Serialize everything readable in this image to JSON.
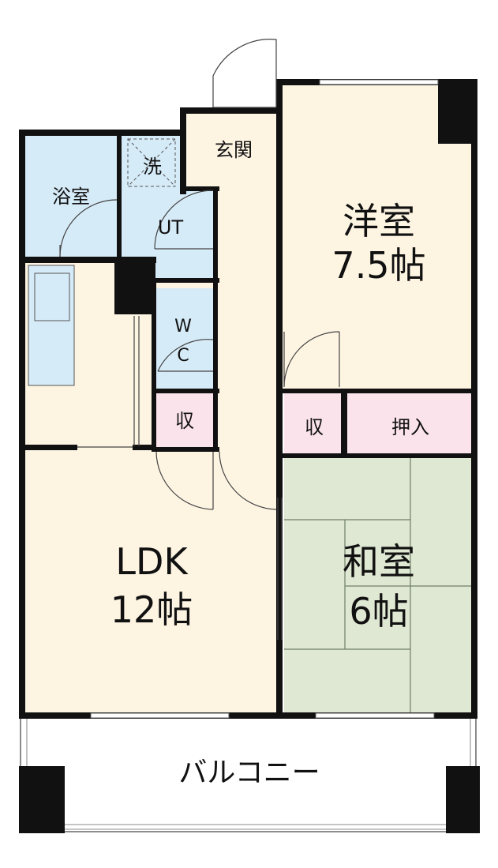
{
  "rooms": {
    "entrance": "玄関",
    "bath": "浴室",
    "washer": "洗",
    "utility": "UT",
    "wc_top": "W",
    "wc_bottom": "C",
    "storage_left": "収",
    "storage_right": "収",
    "closet": "押入",
    "western_name": "洋室",
    "western_size": "7.5帖",
    "ldk_name": "LDK",
    "ldk_size": "12帖",
    "japanese_name": "和室",
    "japanese_size": "6帖",
    "balcony": "バルコニー"
  },
  "colors": {
    "wall": "#111111",
    "floor_wood": "#fdf4e2",
    "wet_area": "#d6ebf8",
    "storage": "#fbe3ec",
    "tatami": "#dfe8d3",
    "tatami_lines": "#6f7f68"
  }
}
